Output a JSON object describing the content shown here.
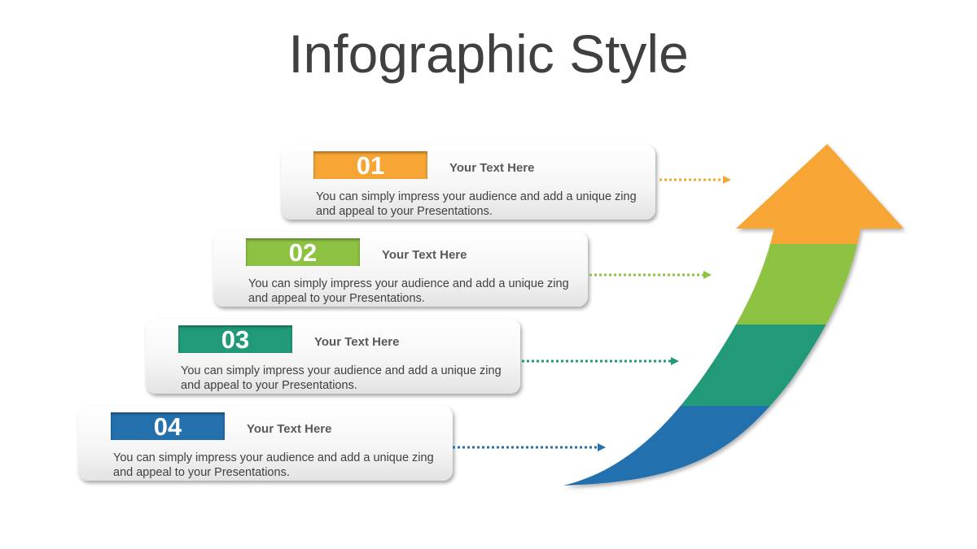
{
  "title": "Infographic Style",
  "steps": [
    {
      "number": "01",
      "heading": "Your Text Here",
      "text": "You can simply impress your audience and add a unique zing and appeal to your Presentations.",
      "color": "#F7A535"
    },
    {
      "number": "02",
      "heading": "Your Text Here",
      "text": "You can simply impress your audience and add a unique zing and appeal to your Presentations.",
      "color": "#8DC243"
    },
    {
      "number": "03",
      "heading": "Your Text Here",
      "text": "You can simply impress your audience and add a unique zing and appeal to your Presentations.",
      "color": "#219A7A"
    },
    {
      "number": "04",
      "heading": "Your Text Here",
      "text": "You can simply impress your audience and add a unique zing and appeal to your Presentations.",
      "color": "#2470AD"
    }
  ]
}
